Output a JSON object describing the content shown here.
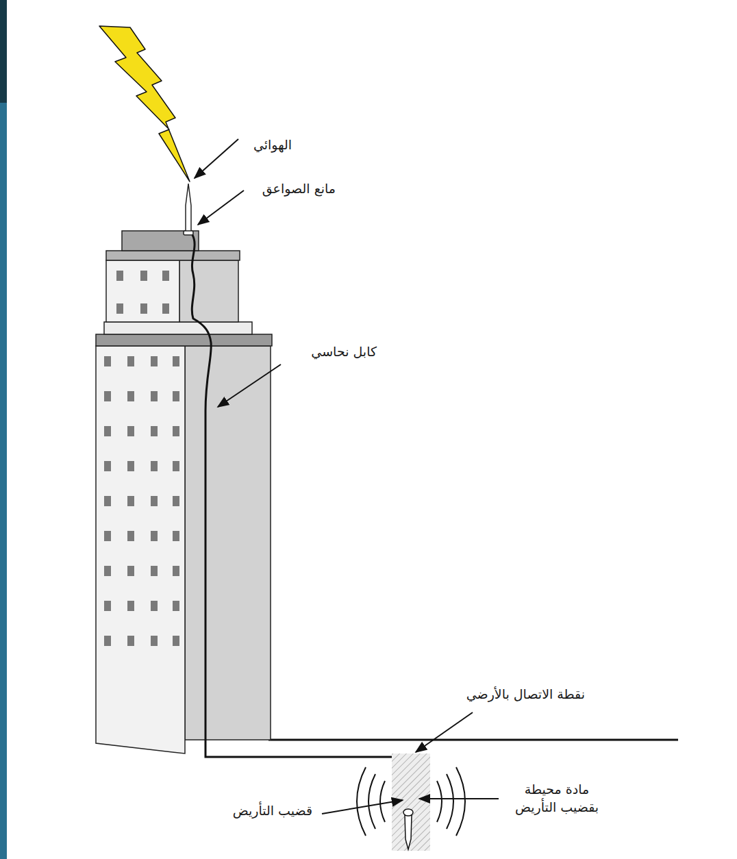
{
  "diagram": {
    "labels": [
      "الهوائي",
      "مانع الصواعق",
      "كابل نحاسي",
      "نقطة الاتصال بالأرضي",
      "مادة محيطة بقضيب التأريض",
      "قضيب التأريض"
    ]
  }
}
